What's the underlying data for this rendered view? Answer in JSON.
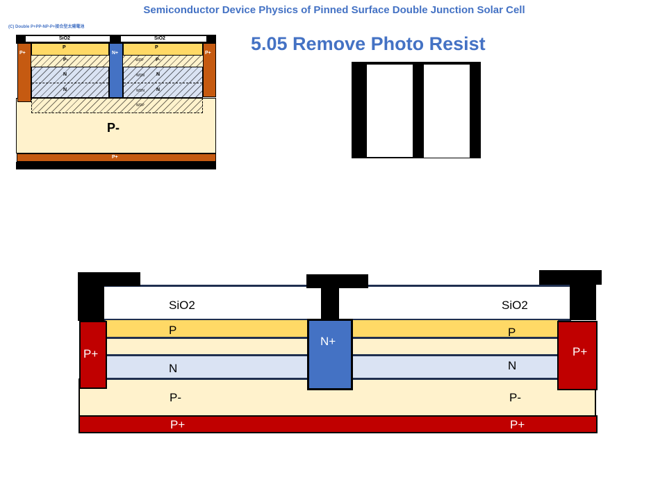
{
  "header": {
    "title": "Semiconductor Device Physics of Pinned Surface Double Junction Solar Cell",
    "step_title": "5.05  Remove Photo Resist"
  },
  "thumbnail": {
    "caption": "(C) Double P+PP-NP-P+接合型太陽電池",
    "labels": {
      "sio2_left": "SiO2",
      "sio2_right": "SiO2",
      "p_left": "P",
      "p_right": "P",
      "pminus_left": "P-",
      "pminus_right": "P-",
      "n1_left": "N",
      "n2_left": "N",
      "n1_right": "N",
      "n2_right": "N",
      "nplus": "N+",
      "pplus_left": "P+",
      "pplus_right": "P+",
      "wdp_top": "WDP",
      "wdn_1": "WDN",
      "wdn_2": "WDN",
      "wdp_bottom": "WDP",
      "substrate": "P-",
      "bottom_pplus": "P+"
    }
  },
  "cross_section": {
    "sio2_left": "SiO2",
    "sio2_right": "SiO2",
    "p_left": "P",
    "p_right": "P",
    "n_left": "N",
    "n_right": "N",
    "nplus": "N+",
    "pplus_left": "P+",
    "pplus_right": "P+",
    "pminus_left": "P-",
    "pminus_right": "P-",
    "bottom_pplus_left": "P+",
    "bottom_pplus_right": "P+"
  },
  "colors": {
    "accent": "#4472c4",
    "pplus": "#c00000",
    "p": "#ffd966",
    "pminus": "#fff2cc",
    "n": "#dae3f3",
    "nplus": "#4472c4",
    "thumb_pplus": "#c55a11"
  }
}
